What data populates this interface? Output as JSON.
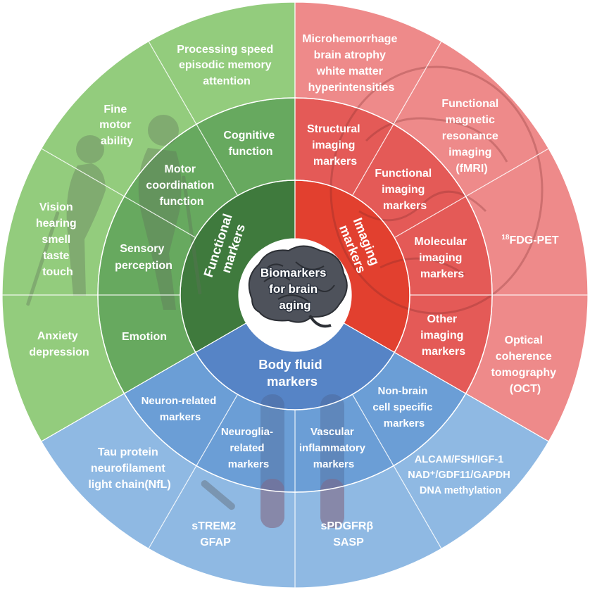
{
  "center": {
    "lines": [
      "Biomarkers",
      "for brain",
      "aging"
    ],
    "brain_icon": "brain-icon"
  },
  "colors": {
    "functional_outer": "#93cc7d",
    "functional_middle": "#67a95f",
    "functional_inner": "#3f7a3d",
    "imaging_outer": "#ee8a8a",
    "imaging_middle": "#e45a57",
    "imaging_inner": "#e2402f",
    "fluid_outer": "#8fb9e3",
    "fluid_middle": "#6b9ed6",
    "fluid_inner": "#5684c6",
    "center": "#ffffff"
  },
  "categories": {
    "functional": {
      "lines": [
        "Functional",
        "markers"
      ]
    },
    "imaging": {
      "lines": [
        "Imaging",
        "markers"
      ]
    },
    "fluid": {
      "lines": [
        "Body fluid",
        "markers"
      ]
    }
  },
  "middle": {
    "cognitive": [
      "Cognitive",
      "function"
    ],
    "motor": [
      "Motor",
      "coordination",
      "function"
    ],
    "sensory": [
      "Sensory",
      "perception"
    ],
    "emotion": [
      "Emotion"
    ],
    "structural": [
      "Structural",
      "imaging",
      "markers"
    ],
    "functional_imaging": [
      "Functional",
      "imaging",
      "markers"
    ],
    "molecular": [
      "Molecular",
      "imaging",
      "markers"
    ],
    "other_imaging": [
      "Other",
      "imaging",
      "markers"
    ],
    "neuron": [
      "Neuron-related",
      "markers"
    ],
    "neuroglia": [
      "Neuroglia-",
      "related",
      "markers"
    ],
    "vascular": [
      "Vascular",
      "inflammatory",
      "markers"
    ],
    "nonbrain": [
      "Non-brain",
      "cell specific",
      "markers"
    ]
  },
  "outer": {
    "processing": [
      "Processing speed",
      "episodic memory",
      "attention"
    ],
    "fine_motor": [
      "Fine",
      "motor",
      "ability"
    ],
    "senses": [
      "Vision",
      "hearing",
      "smell",
      "taste",
      "touch"
    ],
    "anxiety": [
      "Anxiety",
      "depression"
    ],
    "microhemorrhage": [
      "Microhemorrhage",
      "brain atrophy",
      "white matter",
      "hyperintensities"
    ],
    "fmri": [
      "Functional",
      "magnetic",
      "resonance",
      "imaging",
      "(fMRI)"
    ],
    "fdg_pet": {
      "sup": "18",
      "text": "FDG-PET"
    },
    "oct": [
      "Optical",
      "coherence",
      "tomography",
      "(OCT)"
    ],
    "tau": [
      "Tau protein",
      "neurofilament",
      "light chain(NfL)"
    ],
    "strem2": [
      "sTREM2",
      "GFAP"
    ],
    "spdgfr": [
      "sPDGFRβ",
      "SASP"
    ],
    "alcam": [
      "ALCAM/FSH/IGF-1",
      "NAD⁺/GDF11/GAPDH",
      "DNA methylation"
    ]
  }
}
